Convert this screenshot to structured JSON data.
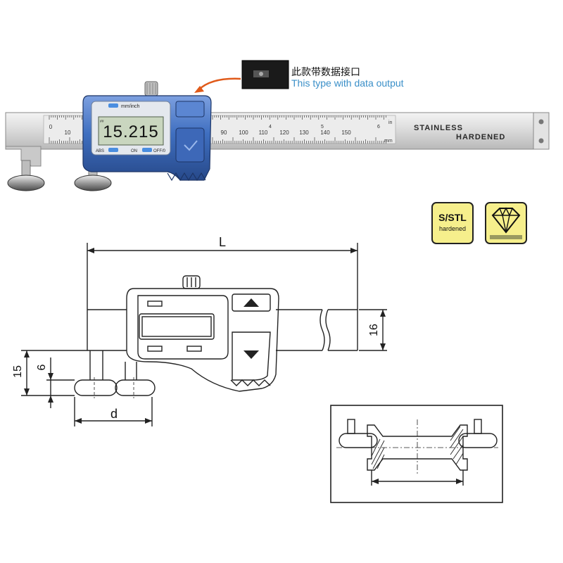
{
  "data_output": {
    "label_cn": "此款带数据接口",
    "label_en": "This type with data output"
  },
  "caliper": {
    "display_value": "15.215",
    "unit_toggle": "mm/inch",
    "btn_abs": "ABS",
    "btn_on": "ON",
    "btn_off": "OFF/0",
    "mode_indicator": "##",
    "scale_numbers": [
      "0",
      "10",
      "90",
      "100",
      "110",
      "120",
      "130",
      "140",
      "150"
    ],
    "inch_numbers": [
      "4",
      "5",
      "6"
    ],
    "unit_in": "in",
    "unit_mm": "mm",
    "brand_line1": "STAINLESS",
    "brand_line2": "HARDENED"
  },
  "badges": {
    "stl_line1": "S/STL",
    "stl_line2": "hardened"
  },
  "drawing": {
    "dim_L": "L",
    "dim_16": "16",
    "dim_15": "15",
    "dim_6": "6",
    "dim_d": "d"
  },
  "colors": {
    "caliper_blue": "#3f6fc0",
    "display_lcd": "#c9d6bf",
    "badge_yellow": "#f6ef8c",
    "label_blue": "#3a8fc8"
  }
}
